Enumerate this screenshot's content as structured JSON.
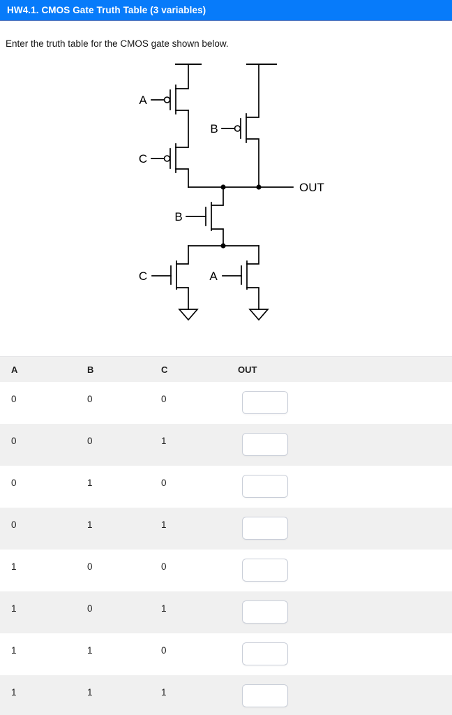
{
  "titlebar": {
    "title": "HW4.1. CMOS Gate Truth Table (3 variables)"
  },
  "instruction": "Enter the truth table for the CMOS gate shown below.",
  "circuit": {
    "labels": {
      "pmos_a": "A",
      "pmos_c": "C",
      "pmos_b": "B",
      "nmos_b": "B",
      "nmos_c": "C",
      "nmos_a": "A",
      "out": "OUT"
    }
  },
  "table": {
    "headers": {
      "a": "A",
      "b": "B",
      "c": "C",
      "out": "OUT"
    },
    "rows": [
      {
        "a": "0",
        "b": "0",
        "c": "0",
        "out": ""
      },
      {
        "a": "0",
        "b": "0",
        "c": "1",
        "out": ""
      },
      {
        "a": "0",
        "b": "1",
        "c": "0",
        "out": ""
      },
      {
        "a": "0",
        "b": "1",
        "c": "1",
        "out": ""
      },
      {
        "a": "1",
        "b": "0",
        "c": "0",
        "out": ""
      },
      {
        "a": "1",
        "b": "0",
        "c": "1",
        "out": ""
      },
      {
        "a": "1",
        "b": "1",
        "c": "0",
        "out": ""
      },
      {
        "a": "1",
        "b": "1",
        "c": "1",
        "out": ""
      }
    ]
  },
  "colors": {
    "titlebar_bg": "#077bfa",
    "row_stripe": "#f0f0f0",
    "input_border": "#c9ced8"
  }
}
